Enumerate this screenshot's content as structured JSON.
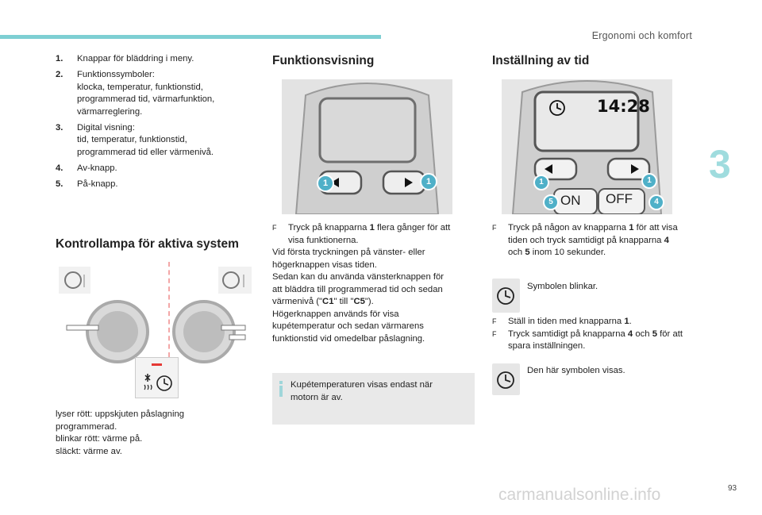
{
  "header": {
    "title": "Ergonomi och komfort"
  },
  "chapter_number": "3",
  "page_number": "93",
  "watermark": "carmanualsonline.info",
  "col1": {
    "items": [
      {
        "num": "1.",
        "lines": [
          "Knappar för bläddring i meny."
        ]
      },
      {
        "num": "2.",
        "lines": [
          "Funktionssymboler:",
          "klocka, temperatur, funktionstid,",
          "programmerad tid, värmarfunktion,",
          "värmarreglering."
        ]
      },
      {
        "num": "3.",
        "lines": [
          "Digital visning:",
          "tid, temperatur, funktionstid,",
          "programmerad tid eller värmenivå."
        ]
      },
      {
        "num": "4.",
        "lines": [
          "Av-knapp."
        ]
      },
      {
        "num": "5.",
        "lines": [
          "På-knapp."
        ]
      }
    ],
    "lamp_heading": "Kontrollampa för aktiva system",
    "lamp_desc": [
      "lyser rött: uppskjuten påslagning",
      "programmerad.",
      "blinkar rött: värme på.",
      "släckt: värme av."
    ]
  },
  "col2": {
    "heading": "Funktionsvisning",
    "bullet_symbol": "F",
    "bullet": [
      "Tryck på knapparna ",
      "1",
      " flera gånger för att",
      "visa funktionerna."
    ],
    "para": [
      "Vid första tryckningen på vänster- eller",
      "högerknappen visas tiden.",
      "Sedan kan du använda vänsterknappen för",
      "att bläddra till programmerad tid och sedan",
      "värmenivå (\"",
      "C1",
      "\" till \"",
      "C5",
      "\").",
      "Högerknappen används för visa",
      "kupétemperatur och sedan värmarens",
      "funktionstid vid omedelbar påslagning."
    ],
    "info": [
      "Kupétemperaturen visas endast när",
      "motorn är av."
    ],
    "callouts": [
      "1",
      "1"
    ]
  },
  "col3": {
    "heading": "Inställning av tid",
    "display_time": "14:28",
    "on_label": "ON",
    "off_label": "OFF",
    "callouts": [
      "1",
      "1",
      "5",
      "4"
    ],
    "bullet_symbol": "F",
    "step1": [
      "Tryck på någon av knapparna ",
      "1",
      " för att visa",
      "tiden och tryck samtidigt på knapparna ",
      "4",
      "och ",
      "5",
      " inom 10 sekunder."
    ],
    "symbol1": "Symbolen blinkar.",
    "step2": [
      "Ställ in tiden med knapparna ",
      "1",
      "."
    ],
    "step3": [
      "Tryck samtidigt på knapparna ",
      "4",
      " och ",
      "5",
      " för att",
      "spara inställningen."
    ],
    "symbol2": "Den här symbolen visas."
  },
  "colors": {
    "accent": "#7ecfd3",
    "chapter": "#9fdcde",
    "callout": "#4fb0c8",
    "lamp": "#e53935"
  }
}
